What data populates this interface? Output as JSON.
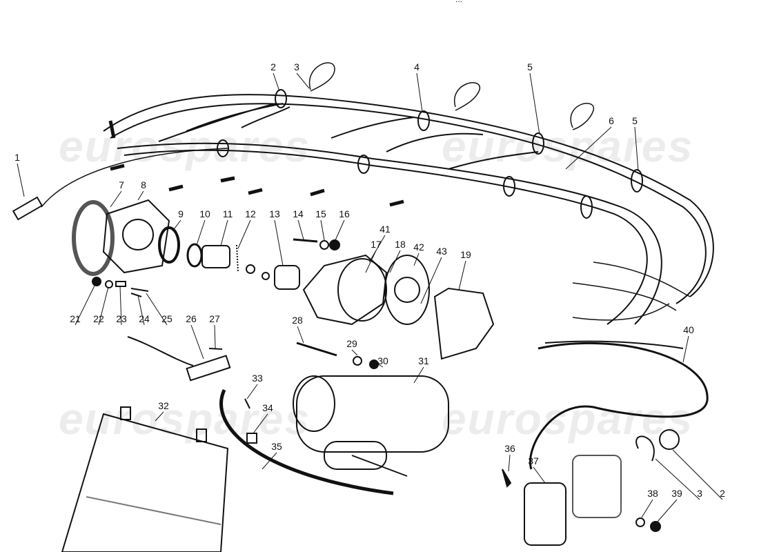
{
  "header_fragment": "...",
  "watermark": "eurospares",
  "part_labels": [
    "1",
    "2",
    "3",
    "4",
    "5",
    "5",
    "6",
    "7",
    "8",
    "9",
    "10",
    "11",
    "12",
    "13",
    "14",
    "15",
    "16",
    "41",
    "17",
    "18",
    "42",
    "43",
    "19",
    "21",
    "22",
    "23",
    "24",
    "25",
    "26",
    "27",
    "28",
    "29",
    "30",
    "31",
    "33",
    "34",
    "32",
    "35",
    "36",
    "37",
    "38",
    "39",
    "3",
    "2",
    "40"
  ],
  "colors": {
    "ink": "#111111",
    "background": "#ffffff",
    "watermark": "#d0d0d0"
  }
}
